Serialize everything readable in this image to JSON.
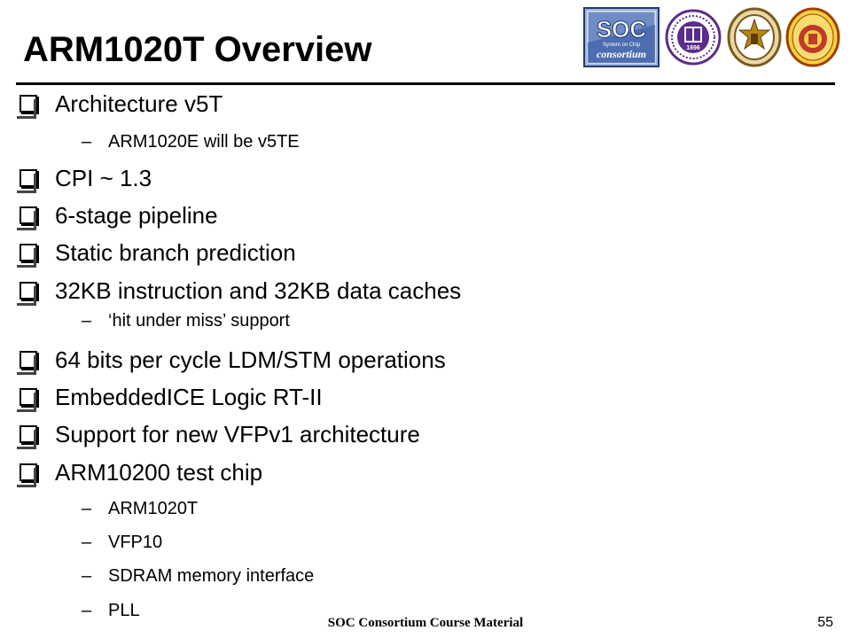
{
  "slide": {
    "title": "ARM1020T Overview",
    "items": [
      {
        "level": 1,
        "text": "Architecture v5T"
      },
      {
        "level": 2,
        "text": "ARM1020E will be v5TE"
      },
      {
        "level": 1,
        "text": "CPI ~ 1.3"
      },
      {
        "level": 1,
        "text": "6-stage pipeline"
      },
      {
        "level": 1,
        "text": "Static branch prediction"
      },
      {
        "level": 1,
        "text": "32KB instruction and 32KB data caches"
      },
      {
        "level": 2,
        "text": "‘hit under miss’ support"
      },
      {
        "level": 1,
        "text": "64 bits per cycle LDM/STM operations"
      },
      {
        "level": 1,
        "text": "EmbeddedICE Logic RT-II"
      },
      {
        "level": 1,
        "text": "Support for new VFPv1 architecture"
      },
      {
        "level": 1,
        "text": "ARM10200 test chip"
      },
      {
        "level": 2,
        "text": "ARM1020T"
      },
      {
        "level": 2,
        "text": "VFP10"
      },
      {
        "level": 2,
        "text": "SDRAM memory interface"
      },
      {
        "level": 2,
        "text": "PLL"
      }
    ],
    "sub_bullet_glyph": "–"
  },
  "logos": {
    "soc_top": "SOC",
    "soc_small": "System on Chip",
    "soc_bottom": "consortium",
    "year_badge": "1896"
  },
  "footer": {
    "text": "SOC Consortium Course Material",
    "page_number": "55"
  },
  "colors": {
    "soc_blue": "#2f4f9a",
    "purple_seal": "#5b2c8a",
    "red_seal": "#c0392b",
    "gold_seal": "#b8860b"
  }
}
